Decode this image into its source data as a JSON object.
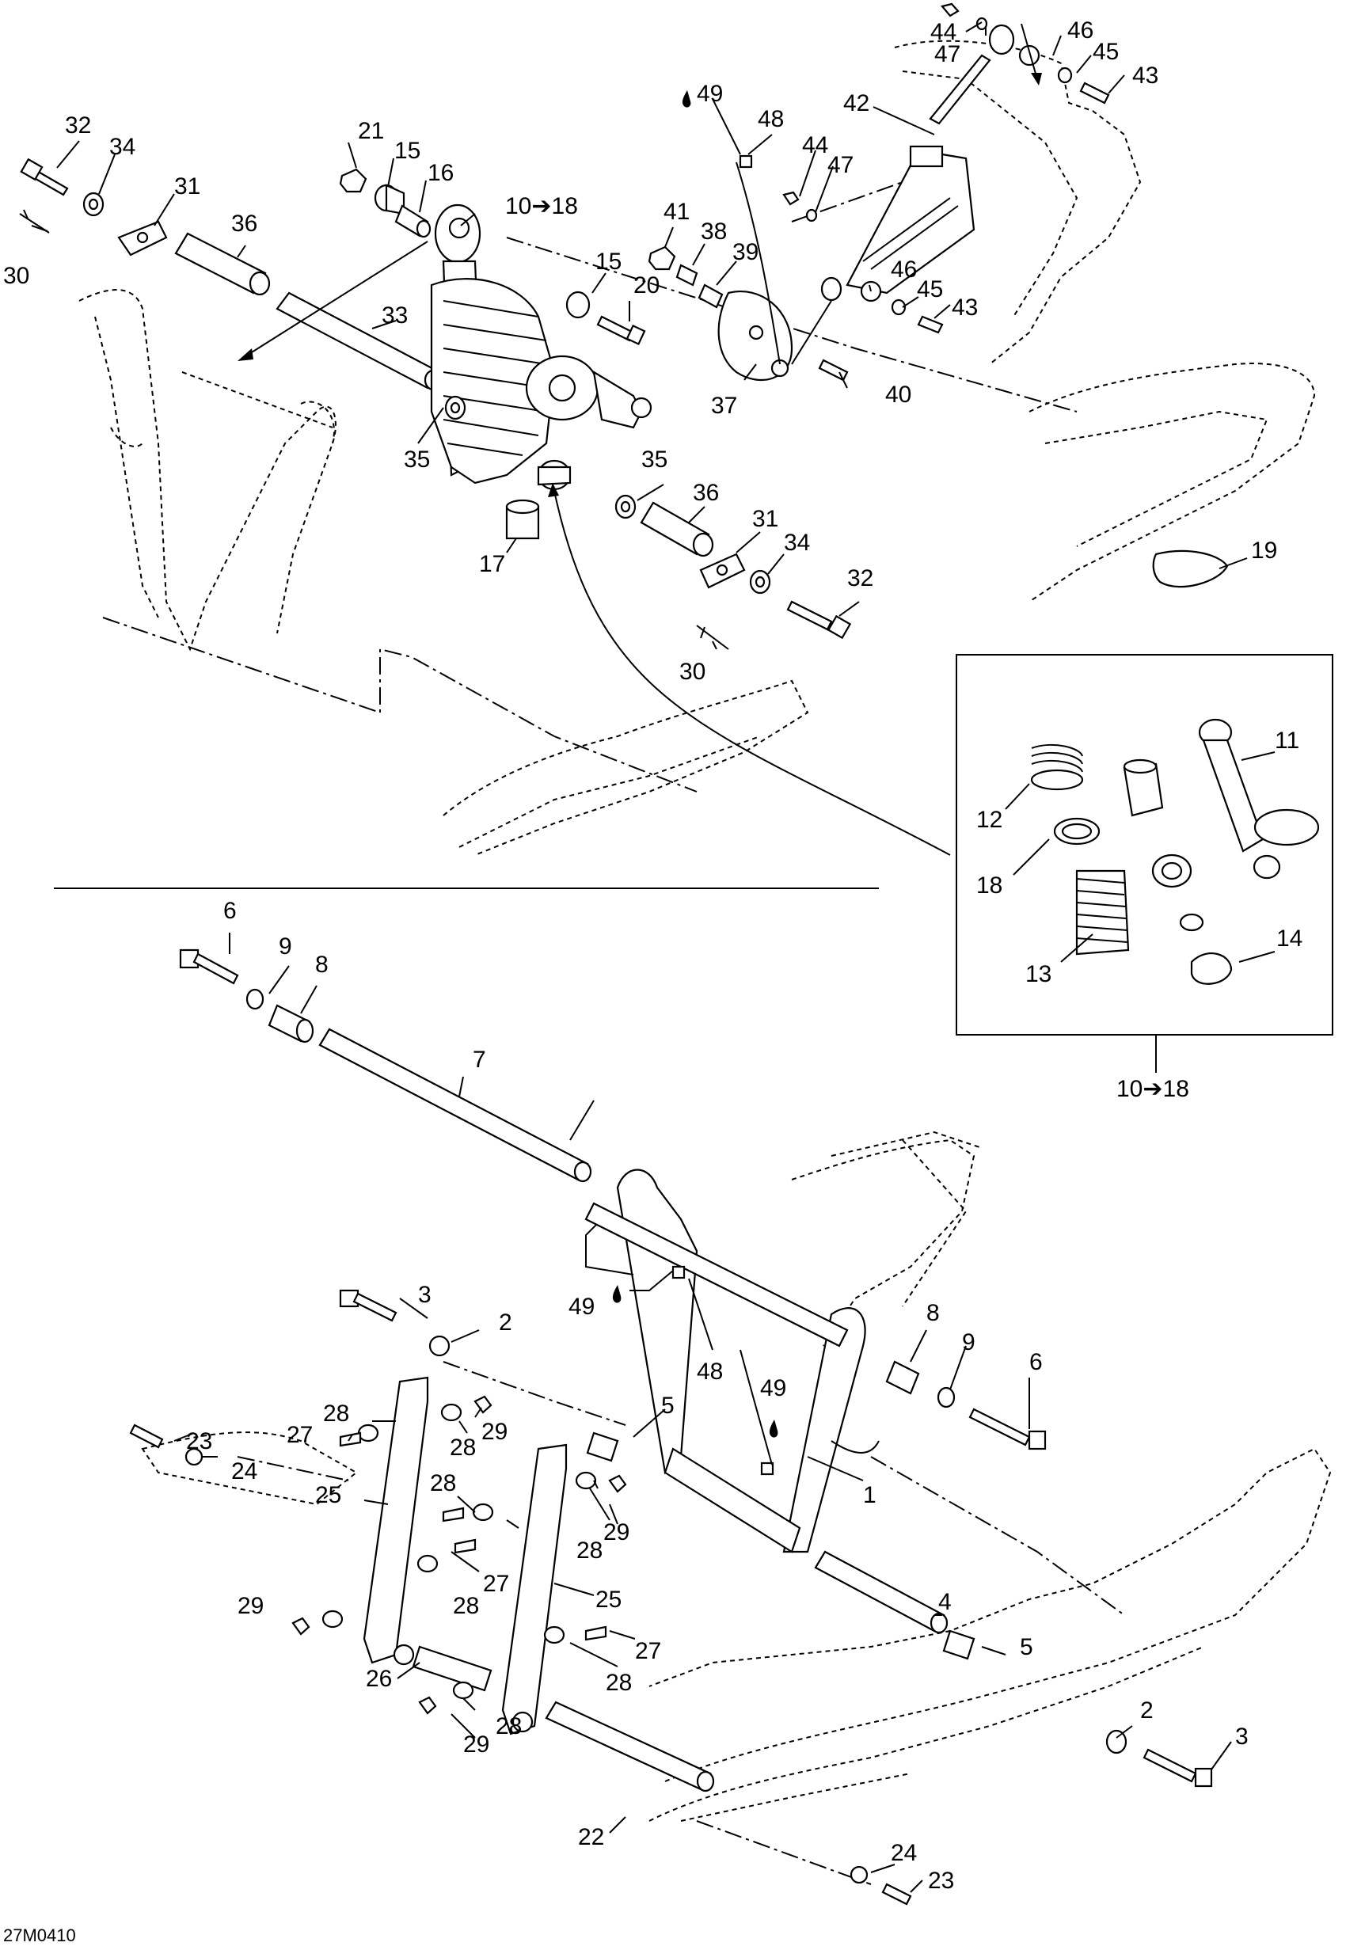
{
  "drawing_code": "27M0410",
  "inset_caption": "10➔18",
  "callouts": {
    "c44a": "44",
    "c47a": "47",
    "c46a": "46",
    "c45a": "45",
    "c43a": "43",
    "c49a": "49",
    "c48a": "48",
    "c42": "42",
    "c44b": "44",
    "c47b": "47",
    "c32a": "32",
    "c34a": "34",
    "c31a": "31",
    "c36a": "36",
    "c30a": "30",
    "c21": "21",
    "c15a": "15",
    "c16": "16",
    "c1018": "10➔18",
    "c15b": "15",
    "c20": "20",
    "c41": "41",
    "c38": "38",
    "c39": "39",
    "c37": "37",
    "c40": "40",
    "c46b": "46",
    "c45b": "45",
    "c43b": "43",
    "c33": "33",
    "c35a": "35",
    "c35b": "35",
    "c36b": "36",
    "c31b": "31",
    "c34b": "34",
    "c32b": "32",
    "c17": "17",
    "c30b": "30",
    "c19": "19",
    "c11": "11",
    "c12": "12",
    "c18": "18",
    "c13": "13",
    "c14": "14",
    "c6a": "6",
    "c9a": "9",
    "c8a": "8",
    "c7": "7",
    "c3a": "3",
    "c2a": "2",
    "c49b": "49",
    "c48b": "48",
    "c49c": "49",
    "c8b": "8",
    "c9b": "9",
    "c6b": "6",
    "c28a": "28",
    "c27a": "27",
    "c29a": "29",
    "c28b": "28",
    "c23a": "23",
    "c24a": "24",
    "c5a": "5",
    "c28c": "28",
    "c25a": "25",
    "c29b": "29",
    "c28d": "28",
    "c27b": "27",
    "c1": "1",
    "c28e": "28",
    "c29c": "29",
    "c4": "4",
    "c25b": "25",
    "c5b": "5",
    "c26": "26",
    "c27c": "27",
    "c28f": "28",
    "c28g": "28",
    "c29d": "29",
    "c2b": "2",
    "c3b": "3",
    "c22": "22",
    "c24b": "24",
    "c23b": "23"
  }
}
